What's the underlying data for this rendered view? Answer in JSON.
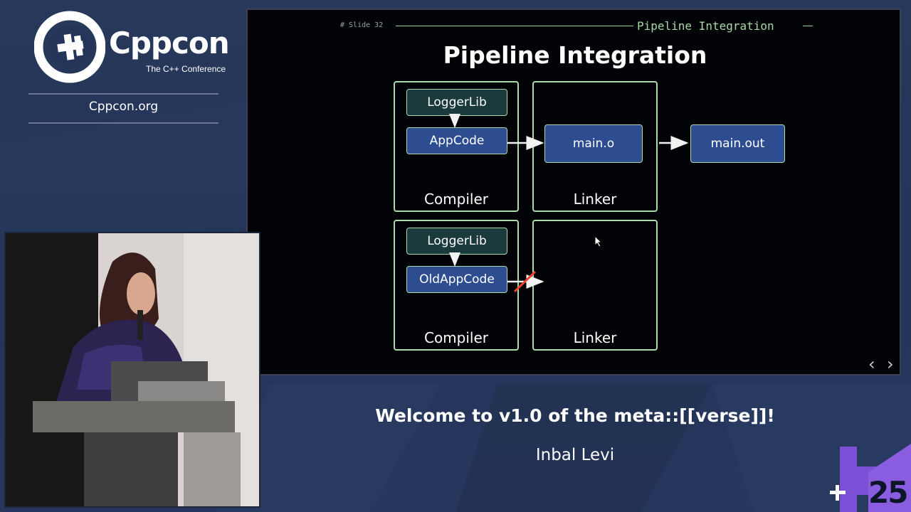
{
  "branding": {
    "logo_word": "Cppcon",
    "logo_sub": "The C++ Conference",
    "site": "Cppcon.org",
    "edition": "25"
  },
  "slide": {
    "number_label": "# Slide 32",
    "section": "Pipeline Integration",
    "title": "Pipeline Integration",
    "row1": {
      "compiler": {
        "lib": "LoggerLib",
        "code": "AppCode",
        "label": "Compiler"
      },
      "linker": {
        "output": "main.o",
        "label": "Linker"
      },
      "result": "main.out"
    },
    "row2": {
      "compiler": {
        "lib": "LoggerLib",
        "code": "OldAppCode",
        "label": "Compiler"
      },
      "linker": {
        "label": "Linker"
      }
    },
    "nav_prev": "‹",
    "nav_next": "›"
  },
  "talk": {
    "title": "Welcome to v1.0 of the meta::[[verse]]!",
    "speaker": "Inbal Levi"
  },
  "colors": {
    "background": "#26365c",
    "slide_bg": "#020306",
    "stage_border": "#a9dca9",
    "node_blue": "#2d4d90",
    "node_dark": "#1b3a3c",
    "badge_purple": "#7d4fd6",
    "broken_link": "#e8442c"
  }
}
